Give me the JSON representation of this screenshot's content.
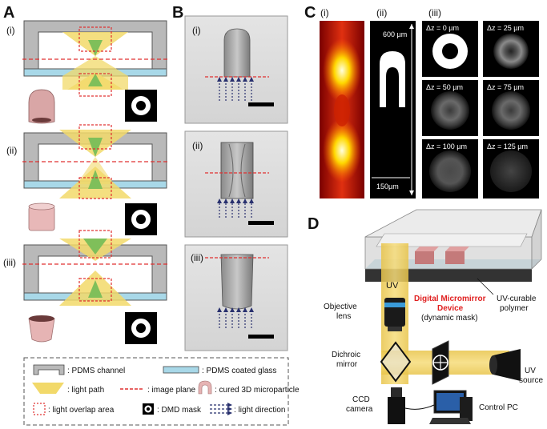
{
  "panels": {
    "A": {
      "letter": "A",
      "rows": [
        "(i)",
        "(ii)",
        "(iii)"
      ]
    },
    "B": {
      "letter": "B",
      "rows": [
        "(i)",
        "(ii)",
        "(iii)"
      ]
    },
    "C": {
      "letter": "C",
      "sub": [
        "(i)",
        "(ii)",
        "(iii)"
      ],
      "dims": {
        "height": "600 µm",
        "width": "150µm"
      },
      "dz": [
        "Δz = 0 µm",
        "Δz = 25 µm",
        "Δz = 50 µm",
        "Δz = 75 µm",
        "Δz = 100 µm",
        "Δz = 125 µm"
      ]
    },
    "D": {
      "letter": "D",
      "labels": {
        "uv": "UV",
        "objective": [
          "Objective",
          "lens"
        ],
        "dmd": [
          "Digital Micromirror",
          "Device",
          "(dynamic mask)"
        ],
        "polymer": [
          "UV-curable",
          "polymer"
        ],
        "dichroic": [
          "Dichroic",
          "mirror"
        ],
        "source": [
          "UV",
          "source"
        ],
        "ccd": [
          "CCD",
          "camera"
        ],
        "pc": "Control PC"
      }
    }
  },
  "legend": {
    "items": [
      ": PDMS channel",
      ": PDMS coated glass",
      ": light path",
      ": image plane",
      ": cured 3D microparticle",
      ": light overlap area",
      ": DMD mask",
      ": light direction"
    ]
  },
  "colors": {
    "pdms": "#b9b9b9",
    "glass": "#a8d8e8",
    "light": "#f2d96a",
    "overlap": "#7fbf5a",
    "dashed": "#e03030",
    "arrow": "#28306e",
    "dmd_label": "#e02020",
    "particle": "#d9a6a6"
  }
}
